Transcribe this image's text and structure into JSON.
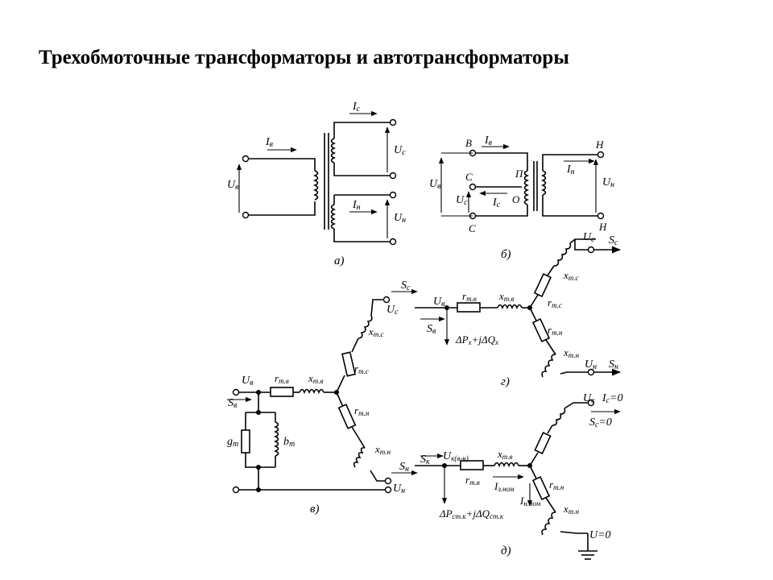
{
  "title": "Трехобмоточные трансформаторы и автотрансформаторы",
  "diagrams": {
    "a": {
      "caption": "а)",
      "i_v": "I",
      "i_v_sub": "в",
      "i_s": "I",
      "i_s_sub": "с",
      "i_n": "I",
      "i_n_sub": "н",
      "u_v": "U",
      "u_v_sub": "в",
      "u_s": "U",
      "u_s_sub": "с",
      "u_n": "U",
      "u_n_sub": "н"
    },
    "b": {
      "caption": "б)",
      "node_v": "В",
      "node_s_top": "С",
      "node_s_bot": "С",
      "node_n_top": "Н",
      "node_n_bot": "Н",
      "node_p": "П",
      "node_o": "О",
      "i_v": "I",
      "i_v_sub": "в",
      "i_s": "I",
      "i_s_sub": "с",
      "i_n": "I",
      "i_n_sub": "н",
      "u_v": "U",
      "u_v_sub": "в",
      "u_s": "U",
      "u_s_sub": "с",
      "u_n": "U",
      "u_n_sub": "н"
    },
    "v": {
      "caption": "в)",
      "u_v": "U",
      "u_v_sub": "в",
      "s_v": "S",
      "s_v_sub": "в",
      "r_tv": "r",
      "r_tv_sub": "т.в",
      "x_tv": "x",
      "x_tv_sub": "т.в",
      "r_ts": "r",
      "r_ts_sub": "т.с",
      "x_ts": "x",
      "x_ts_sub": "т.с",
      "r_tn": "r",
      "r_tn_sub": "т.н",
      "x_tn": "x",
      "x_tn_sub": "т.н",
      "g_t": "g",
      "g_t_sub": "т",
      "b_t": "b",
      "b_t_sub": "т",
      "s_s": "S",
      "s_s_sub": "с",
      "u_s": "U",
      "u_s_sub": "с",
      "s_n": "S",
      "s_n_sub": "н",
      "u_n": "U",
      "u_n_sub": "н"
    },
    "g": {
      "caption": "г)",
      "u_v": "U",
      "u_v_sub": "в",
      "s_v": "S",
      "s_v_sub": "в",
      "r_tv": "r",
      "r_tv_sub": "т.в",
      "x_tv": "x",
      "x_tv_sub": "т.в",
      "losses": "ΔP",
      "losses_sub": "x",
      "losses_mid": "+jΔQ",
      "losses_sub2": "x",
      "u_s": "U",
      "u_s_sub": "с",
      "s_s": "S",
      "s_s_sub": "с",
      "x_ts": "x",
      "x_ts_sub": "т.с",
      "r_ts": "r",
      "r_ts_sub": "т.с",
      "r_tn": "r",
      "r_tn_sub": "т.н",
      "x_tn": "x",
      "x_tn_sub": "т.н",
      "u_n": "U",
      "u_n_sub": "н",
      "s_n": "S",
      "s_n_sub": "н"
    },
    "d": {
      "caption": "д)",
      "s_k": "S",
      "s_k_sub": "к",
      "u_k": "U",
      "u_k_sub": "к(в-н)",
      "r_tv": "r",
      "r_tv_sub": "т.в",
      "x_tv": "x",
      "x_tv_sub": "т.в",
      "i_nom": "I",
      "i_nom_sub": "з.ном",
      "i_nom2": "I",
      "i_nom2_sub": "н.ном",
      "losses": "ΔP",
      "losses_sub": "ст.к",
      "losses_mid": "+jΔQ",
      "losses_sub2": "ст.к",
      "u_s": "U",
      "u_s_sub": "с",
      "i_s_zero": "I",
      "i_s_zero_sub": "с",
      "i_s_zero_val": "=0",
      "s_s_zero": "S",
      "s_s_zero_sub": "с",
      "s_s_zero_val": "=0",
      "r_tn": "r",
      "r_tn_sub": "т.н",
      "x_tn": "x",
      "x_tn_sub": "т.н",
      "u_zero": "U=0"
    }
  }
}
